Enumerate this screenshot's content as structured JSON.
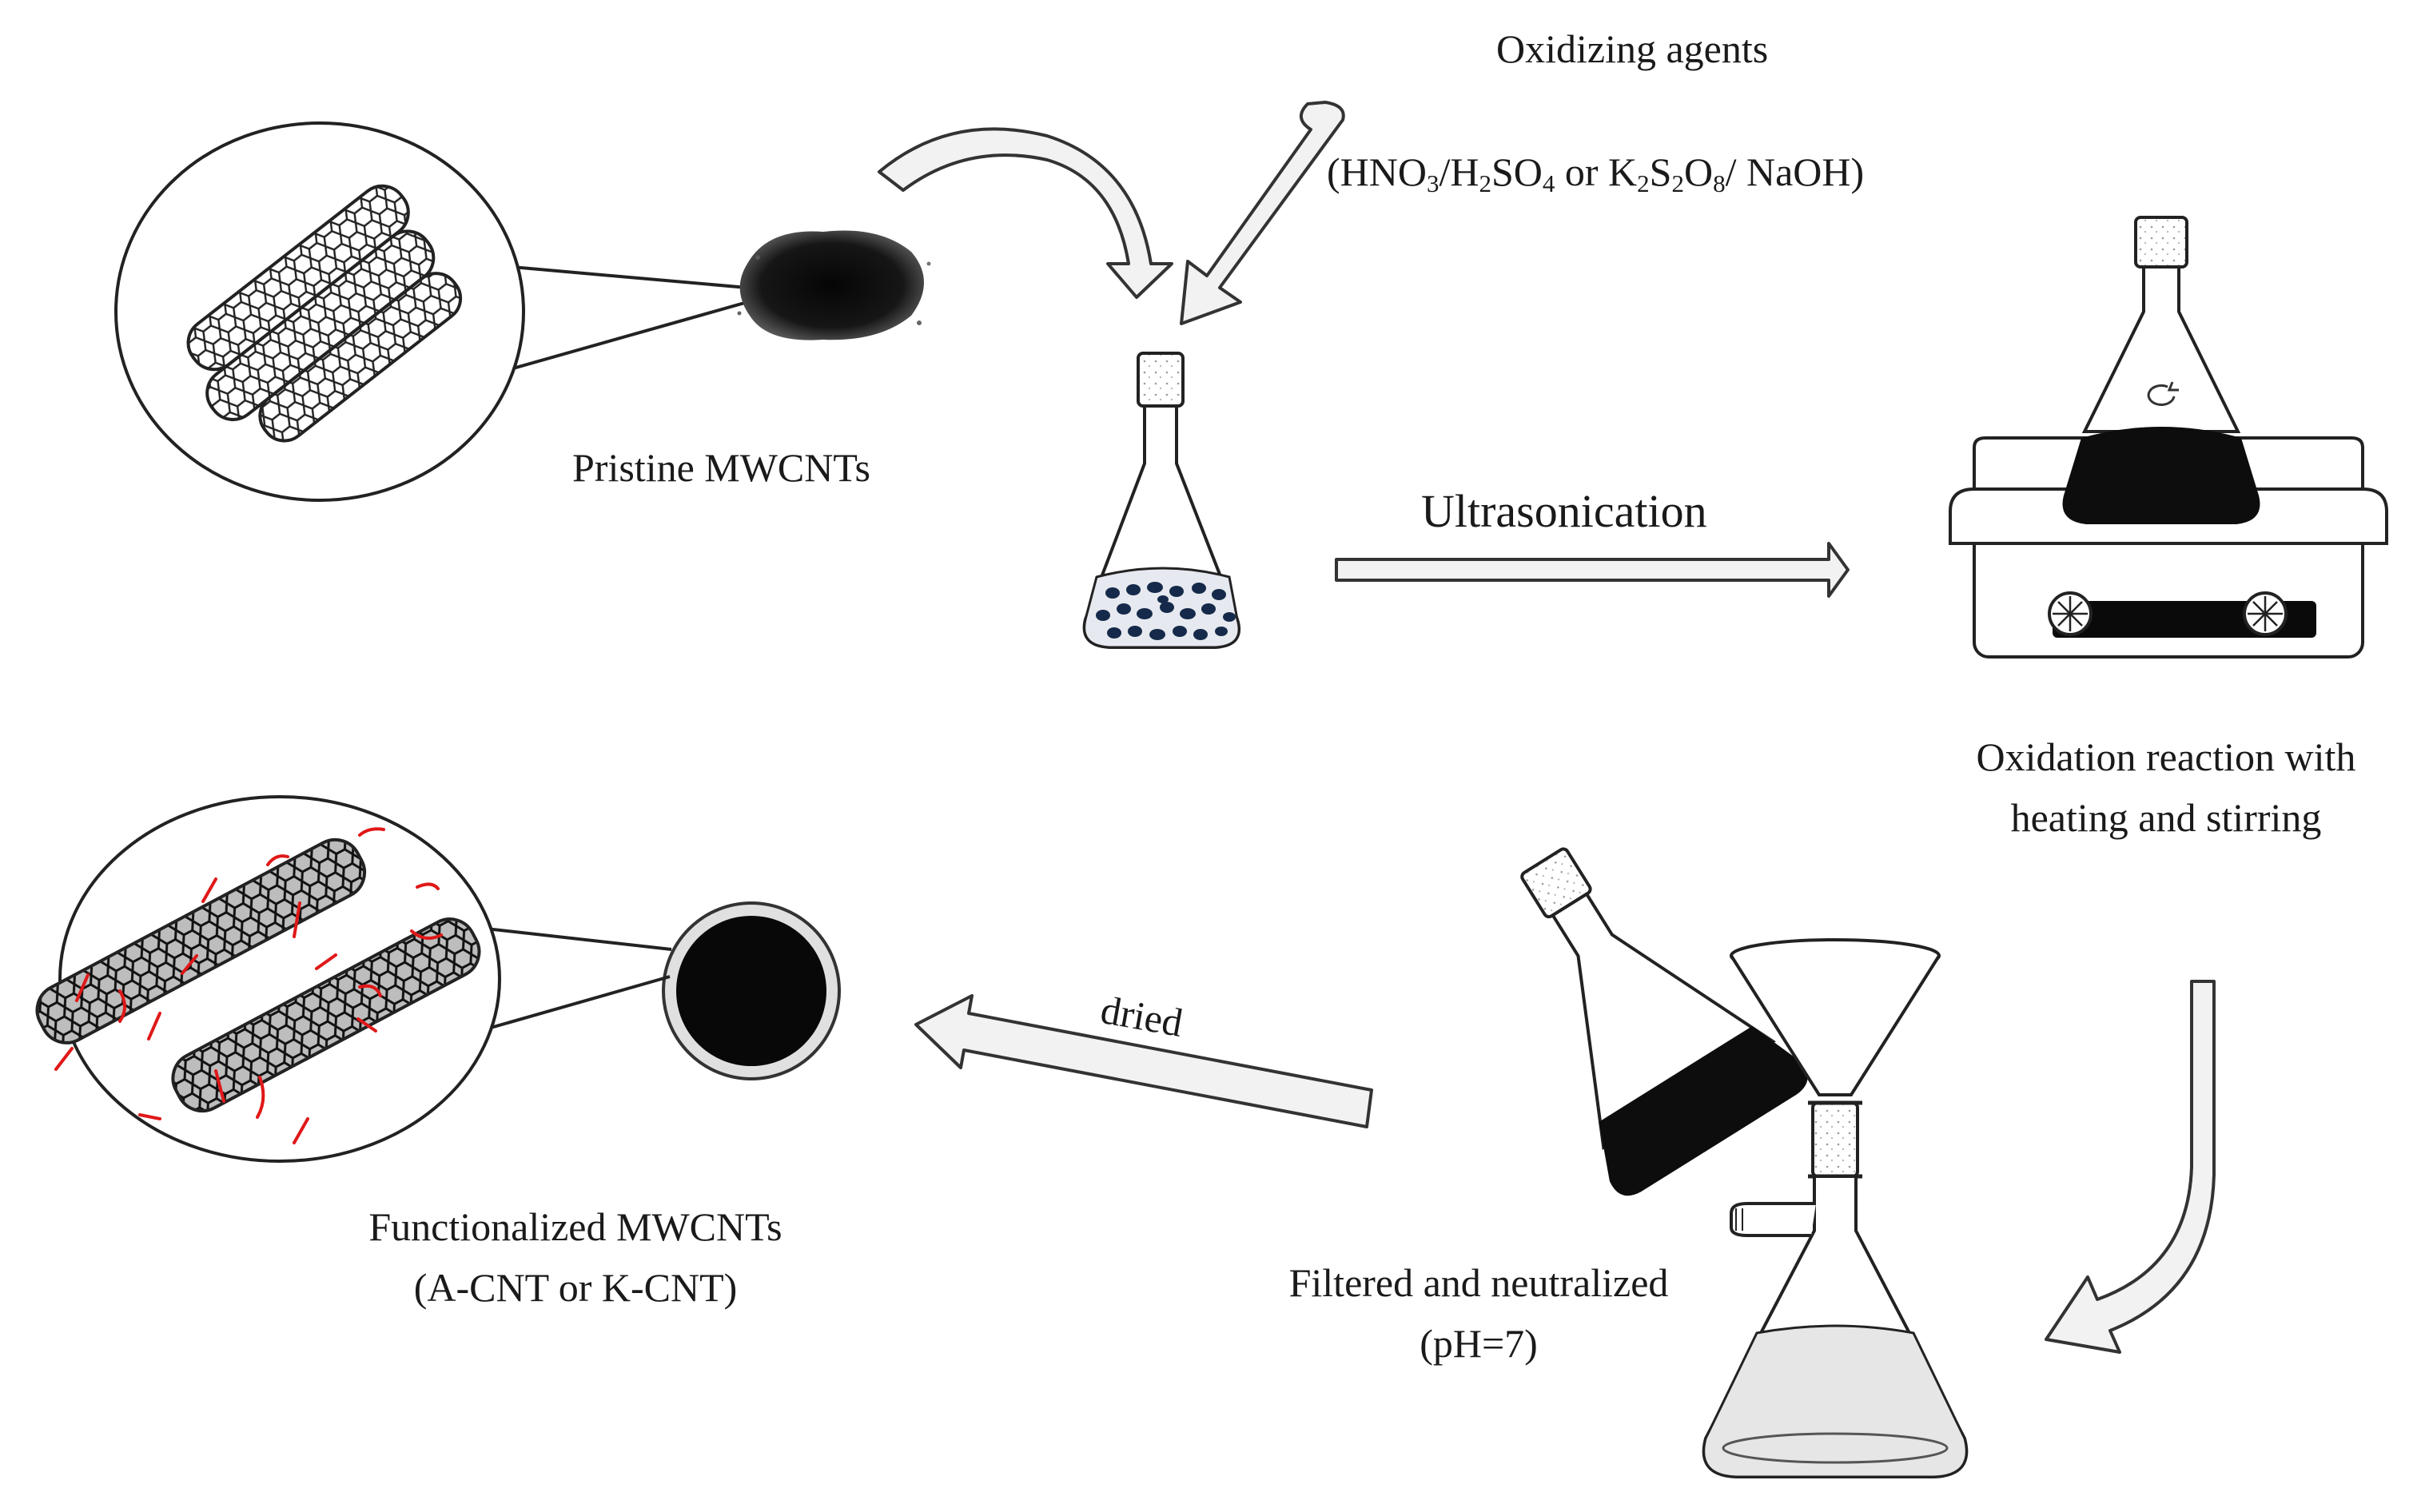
{
  "labels": {
    "oxidizing_title": "Oxidizing agents",
    "reagents": {
      "parts": [
        {
          "t": "(HNO"
        },
        {
          "s": "3"
        },
        {
          "t": "/H"
        },
        {
          "s": "2"
        },
        {
          "t": "SO"
        },
        {
          "s": "4"
        },
        {
          "t": " or K"
        },
        {
          "s": "2"
        },
        {
          "t": "S"
        },
        {
          "s": "2"
        },
        {
          "t": "O"
        },
        {
          "s": "8"
        },
        {
          "t": "/ NaOH)"
        }
      ]
    },
    "pristine": "Pristine MWCNTs",
    "ultrasonication": "Ultrasonication",
    "oxidation_line1": "Oxidation reaction with",
    "oxidation_line2": "heating and stirring",
    "dried": "dried",
    "functionalized_line1": "Functionalized MWCNTs",
    "functionalized_line2": "(A-CNT or K-CNT)",
    "filtered_line1": "Filtered and neutralized",
    "filtered_line2": "(pH=7)"
  },
  "colors": {
    "ink": "#1a1a1a",
    "arrow_fill": "#f2f2f2",
    "arrow_stroke": "#333333",
    "functional_groups": "#e01818",
    "powder": "#111111",
    "liquid": "#e6e6e6"
  },
  "icons": [
    "magnifier-bubble-icon",
    "nanotube-icon",
    "powder-pile-icon",
    "erlenmeyer-flask-icon",
    "hotplate-stirrer-icon",
    "filtration-funnel-icon",
    "petri-dish-icon",
    "process-arrow-icon"
  ]
}
